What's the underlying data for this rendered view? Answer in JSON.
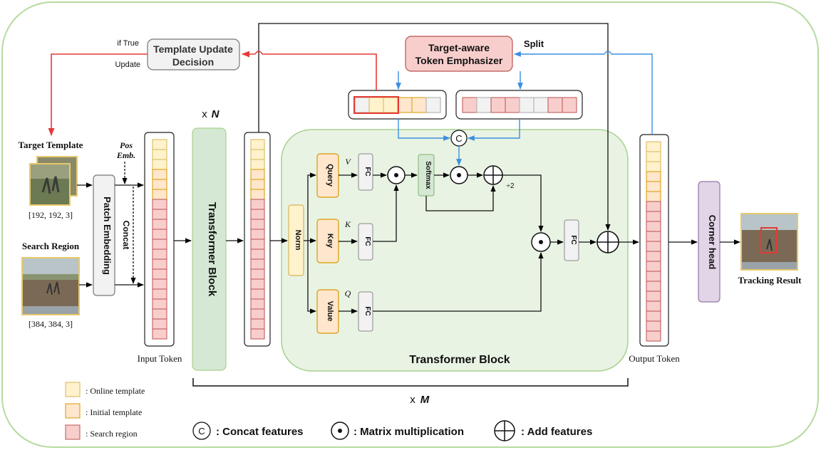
{
  "labels": {
    "if_true": "if True",
    "update": "Update",
    "template_update_1": "Template Update",
    "template_update_2": "Decision",
    "emphasizer_1": "Target-aware",
    "emphasizer_2": "Token Emphasizer",
    "split": "Split",
    "xn_x": "x",
    "xn_n": "N",
    "xm_x": "x",
    "xm_m": "M",
    "target_template": "Target Template",
    "target_size": "[192, 192, 3]",
    "search_region": "Search Region",
    "search_size": "[384, 384, 3]",
    "pos_emb_1": "Pos",
    "pos_emb_2": "Emb.",
    "patch_embedding": "Patch Embedding",
    "concat_side": "Concat",
    "input_token": "Input Token",
    "transformer_block_vertical": "Transformer Block",
    "transformer_block_big": "Transformer Block",
    "norm": "Norm",
    "query": "Query",
    "key": "Key",
    "value": "Value",
    "v_letter": "V",
    "k_letter": "K",
    "q_letter": "Q",
    "fc": "FC",
    "softmax": "Softmax",
    "div2": "÷2",
    "output_token": "Output Token",
    "corner_head": "Corner head",
    "tracking_result": "Tracking Result",
    "concat_symbol": "C"
  },
  "legend": {
    "online": ": Online template",
    "initial": ": Initial template",
    "search": ": Search region",
    "concat": ": Concat features",
    "matmul": ": Matrix multiplication",
    "add": ": Add features"
  },
  "colors": {
    "online_fill": "#fff2cc",
    "online_stroke": "#d6b656",
    "initial_fill": "#ffe6cc",
    "initial_stroke": "#d79b00",
    "search_fill": "#f8cecc",
    "search_stroke": "#b85450",
    "green_fill": "#d5e8d4",
    "green_stroke": "#82b366",
    "purple_fill": "#e1d5e7",
    "purple_stroke": "#9673a6",
    "red_line": "#e53935",
    "blue_line": "#3c8fe0"
  }
}
